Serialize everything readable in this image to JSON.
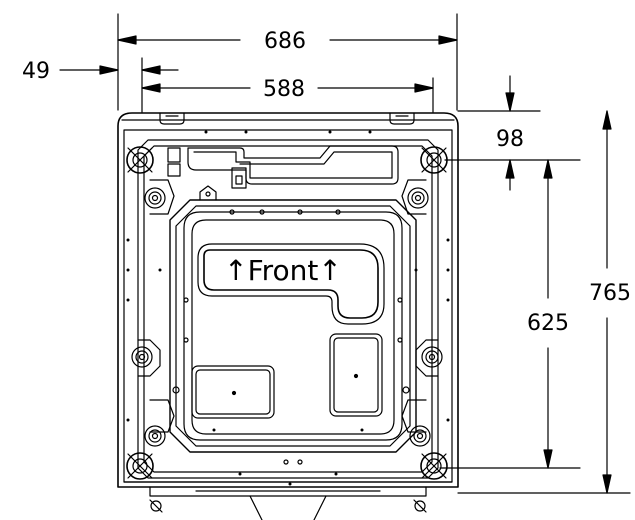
{
  "dimensions": {
    "overall_width": "686",
    "foot_span_width": "588",
    "side_offset": "49",
    "top_offset": "98",
    "foot_span_depth": "625",
    "overall_depth": "765"
  },
  "base": {
    "front_marker": "↑Front↑"
  },
  "colors": {
    "line": "#000000",
    "background": "#ffffff"
  }
}
